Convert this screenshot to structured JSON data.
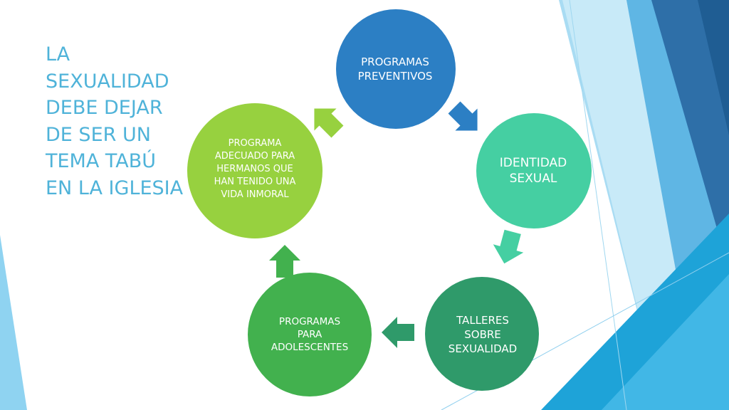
{
  "slide": {
    "title_lines": [
      "LA",
      "SEXUALIDAD",
      "DEBE DEJAR",
      "DE SER UN",
      "TEMA TABÚ",
      "EN LA IGLESIA"
    ],
    "colors": {
      "title": "#4fb3d9",
      "decor_light": "#8fd3f1",
      "decor_mid": "#39a6dc",
      "decor_dark": "#2e6fa8"
    }
  },
  "cycle": {
    "nodes": [
      {
        "label": "PROGRAMAS\nPREVENTIVOS",
        "color": "#2c7fc4"
      },
      {
        "label": "IDENTIDAD\nSEXUAL",
        "color": "#45cfa2"
      },
      {
        "label": "TALLERES\nSOBRE\nSEXUALIDAD",
        "color": "#2f9a6a"
      },
      {
        "label": "PROGRAMAS\nPARA\nADOLESCENTES",
        "color": "#42b14e"
      },
      {
        "label": "PROGRAMA\nADECUADO PARA\nHERMANOS QUE\nHAN TENIDO UNA\nVIDA INMORAL",
        "color": "#97d13f"
      }
    ]
  }
}
